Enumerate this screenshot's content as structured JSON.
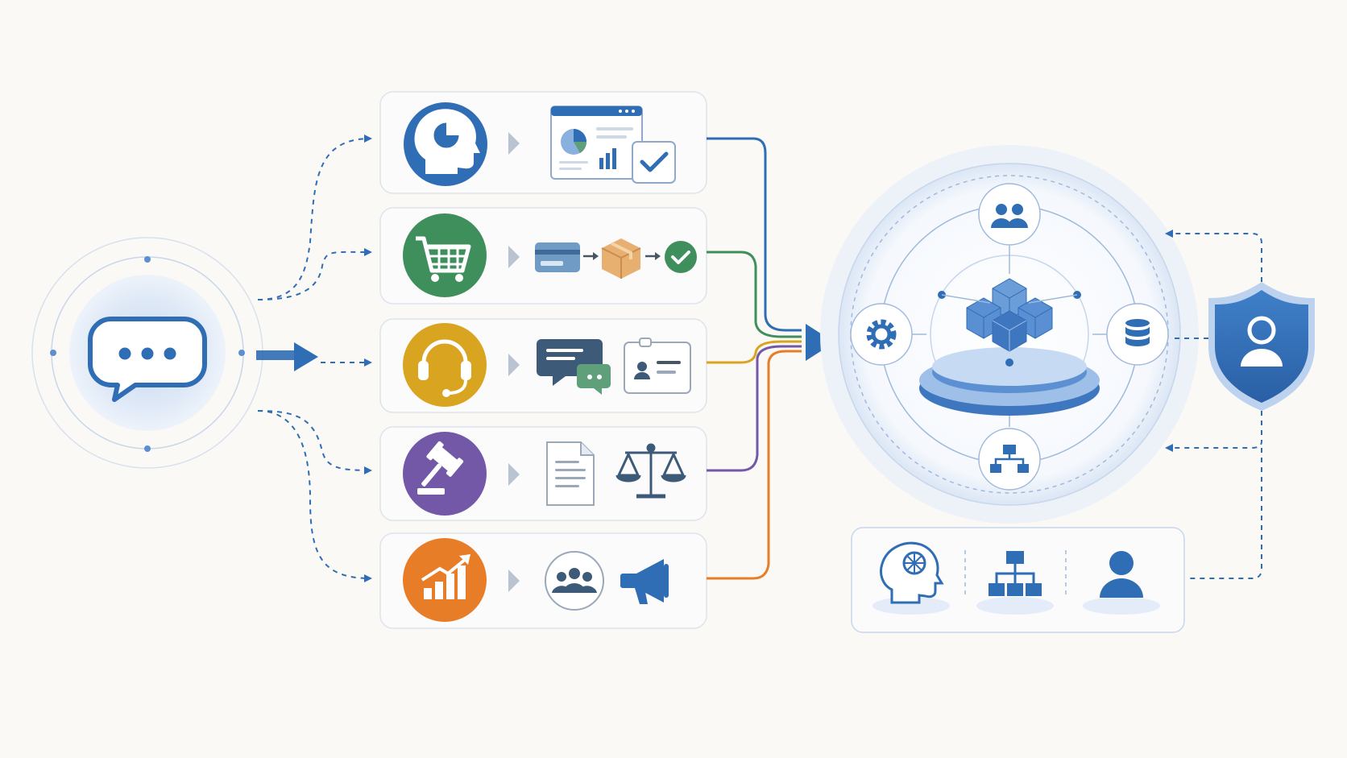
{
  "colors": {
    "background": "#fbf9f6",
    "primary_blue": "#2f6db5",
    "light_blue": "#dce7f6",
    "analytics": "#2f6db5",
    "commerce": "#3f8f5c",
    "support": "#d9a520",
    "legal": "#7358a8",
    "marketing": "#e87d28",
    "panel_border": "#dfe3ea",
    "icon_gray": "#4a5562"
  },
  "input": {
    "icon": "chat-bubble-icon"
  },
  "agents": [
    {
      "name": "analytics",
      "color": "#2f6db5",
      "main_icon": "head-analytics-icon",
      "steps": [
        "dashboard-window-icon",
        "checkbox-check-icon"
      ]
    },
    {
      "name": "commerce",
      "color": "#3f8f5c",
      "main_icon": "shopping-cart-icon",
      "steps": [
        "credit-card-icon",
        "package-box-icon",
        "check-circle-icon"
      ]
    },
    {
      "name": "support",
      "color": "#d9a520",
      "main_icon": "headset-icon",
      "steps": [
        "chat-bubbles-icon",
        "id-card-icon"
      ]
    },
    {
      "name": "legal",
      "color": "#7358a8",
      "main_icon": "gavel-icon",
      "steps": [
        "document-icon",
        "scales-icon"
      ]
    },
    {
      "name": "marketing",
      "color": "#e87d28",
      "main_icon": "growth-chart-icon",
      "steps": [
        "people-group-icon",
        "megaphone-icon"
      ]
    }
  ],
  "hub": {
    "center": "cubes-platform-icon",
    "satellites": [
      "users-icon",
      "gear-icon",
      "database-icon",
      "hierarchy-icon"
    ]
  },
  "security": {
    "icon": "shield-user-icon"
  },
  "bottom_panel": {
    "icons": [
      "brain-head-icon",
      "org-chart-icon",
      "user-icon"
    ]
  }
}
